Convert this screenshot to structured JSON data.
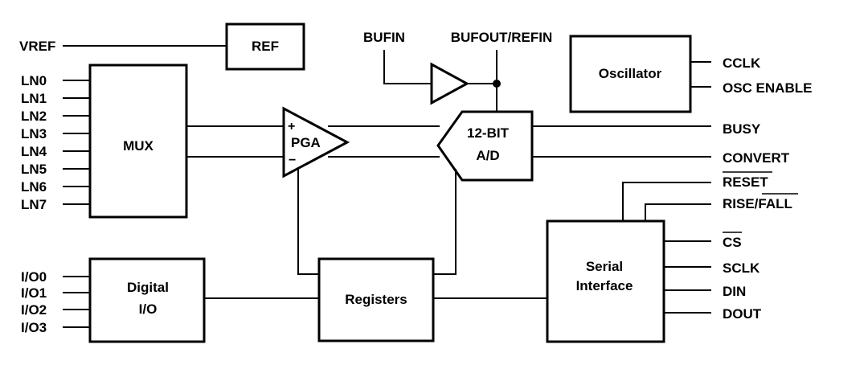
{
  "blocks": {
    "ref": "REF",
    "mux": "MUX",
    "pga": "PGA",
    "pga_plus": "+",
    "pga_minus": "−",
    "adc_line1": "12-BIT",
    "adc_line2": "A/D",
    "oscillator": "Oscillator",
    "digital_io_line1": "Digital",
    "digital_io_line2": "I/O",
    "registers": "Registers",
    "serial_line1": "Serial",
    "serial_line2": "Interface"
  },
  "signals": {
    "vref": "VREF",
    "bufin": "BUFIN",
    "bufout_refin": "BUFOUT/REFIN",
    "analog_inputs": [
      "LN0",
      "LN1",
      "LN2",
      "LN3",
      "LN4",
      "LN5",
      "LN6",
      "LN7"
    ],
    "io_pins": [
      "I/O0",
      "I/O1",
      "I/O2",
      "I/O3"
    ],
    "cclk": "CCLK",
    "osc_enable": "OSC ENABLE",
    "busy": "BUSY",
    "convert": "CONVERT",
    "reset": "RESET",
    "rise_fall": "RISE/FALL",
    "cs": "CS",
    "sclk": "SCLK",
    "din": "DIN",
    "dout": "DOUT"
  }
}
